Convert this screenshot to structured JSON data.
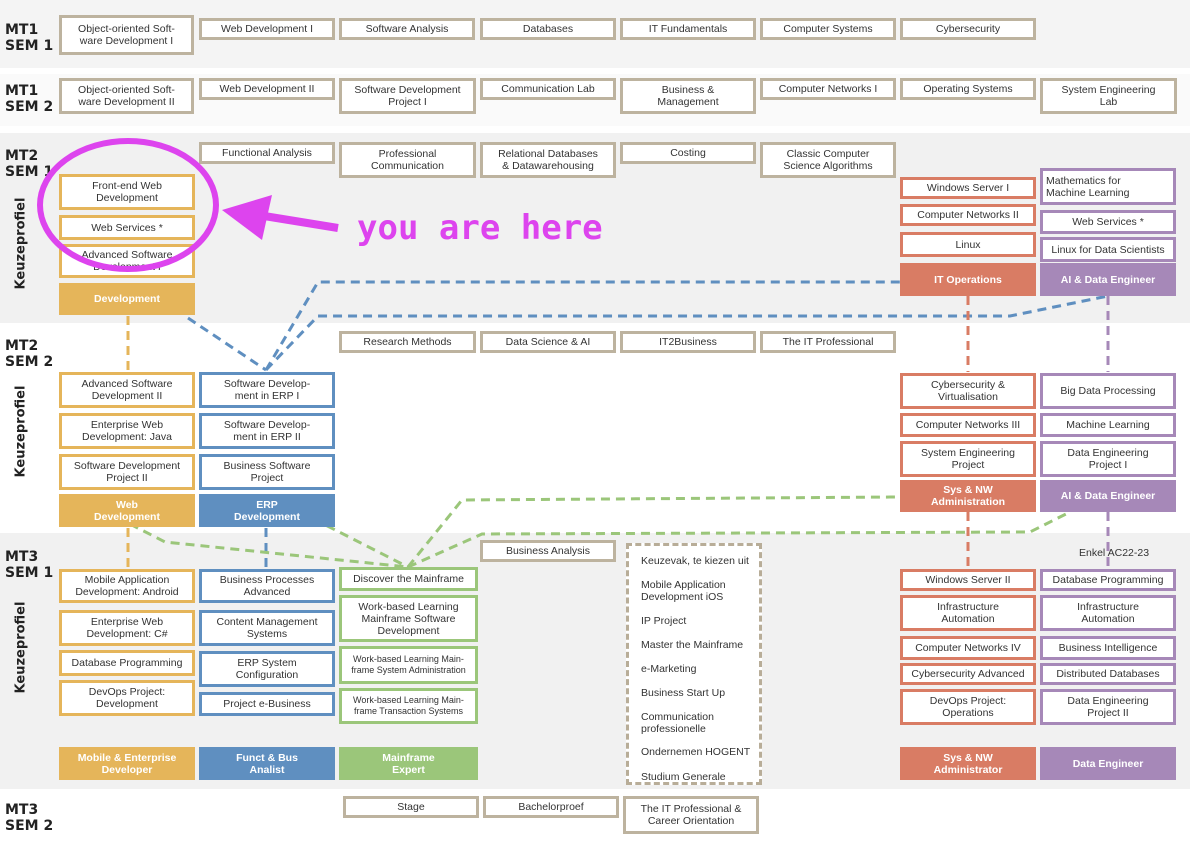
{
  "semesters": {
    "mt1s1": "MT1\nSEM 1",
    "mt1s2": "MT1\nSEM 2",
    "mt2s1": "MT2\nSEM 1",
    "mt2s2": "MT2\nSEM 2",
    "mt3s1": "MT3\nSEM 1",
    "mt3s2": "MT3\nSEM 2"
  },
  "keuzeprofiel_label": "Keuzeprofiel",
  "annotation": {
    "text": "you are here",
    "color": "#dd44ee"
  },
  "note": "Enkel AC22-23",
  "colors": {
    "development": "#e5b55a",
    "erp": "#5f8fc0",
    "mainframe": "#9bc67a",
    "it_operations": "#d97c64",
    "ai_data": "#a688b8",
    "common": "#bdb39f"
  },
  "mt1s1_courses": [
    "Object-oriented Soft-\nware Development I",
    "Web Development I",
    "Software Analysis",
    "Databases",
    "IT Fundamentals",
    "Computer Systems",
    "Cybersecurity"
  ],
  "mt1s2_courses": [
    "Object-oriented Soft-\nware Development II",
    "Web Development II",
    "Software Development\nProject I",
    "Communication Lab",
    "Business &\nManagement",
    "Computer Networks I",
    "Operating Systems",
    "System Engineering\nLab"
  ],
  "mt2s1_common": [
    "Functional Analysis",
    "Professional\nCommunication",
    "Relational Databases\n& Datawarehousing",
    "Costing",
    "Classic Computer\nScience Algorithms"
  ],
  "mt2s1_dev": {
    "courses": [
      "Front-end Web\nDevelopment",
      "Web Services *",
      "Advanced Software\nDevelopment I"
    ],
    "header": "Development"
  },
  "mt2s1_itops": {
    "courses": [
      "Windows Server I",
      "Computer Networks II",
      "Linux"
    ],
    "header": "IT Operations"
  },
  "mt2s1_ai": {
    "courses": [
      "Mathematics for\nMachine Learning",
      "Web Services *",
      "Linux for Data Scientists"
    ],
    "header": "AI & Data Engineer"
  },
  "mt2s2_common": [
    "Research Methods",
    "Data Science & AI",
    "IT2Business",
    "The IT Professional"
  ],
  "mt2s2_web": {
    "courses": [
      "Advanced Software\nDevelopment II",
      "Enterprise Web\nDevelopment: Java",
      "Software Development\nProject II"
    ],
    "header": "Web\nDevelopment"
  },
  "mt2s2_erp": {
    "courses": [
      "Software Develop-\nment in ERP I",
      "Software Develop-\nment in ERP II",
      "Business Software\nProject"
    ],
    "header": "ERP\nDevelopment"
  },
  "mt2s2_sys": {
    "courses": [
      "Cybersecurity &\nVirtualisation",
      "Computer Networks III",
      "System Engineering\nProject"
    ],
    "header": "Sys & NW\nAdministration"
  },
  "mt2s2_ai": {
    "courses": [
      "Big Data Processing",
      "Machine Learning",
      "Data Engineering\nProject I"
    ],
    "header": "AI & Data Engineer"
  },
  "mt3s1_business_analysis": "Business Analysis",
  "mt3s1_mobile": {
    "courses": [
      "Mobile Application\nDevelopment: Android",
      "Enterprise Web\nDevelopment: C#",
      "Database Programming",
      "DevOps Project:\nDevelopment"
    ],
    "header": "Mobile & Enterprise\nDeveloper"
  },
  "mt3s1_funct": {
    "courses": [
      "Business Processes\nAdvanced",
      "Content Management\nSystems",
      "ERP System\nConfiguration",
      "Project e-Business"
    ],
    "header": "Funct & Bus\nAnalist"
  },
  "mt3s1_mainframe": {
    "courses": [
      "Discover the Mainframe",
      "Work-based Learning\nMainframe Software\nDevelopment",
      "Work-based Learning Main-\nframe System Administration",
      "Work-based Learning Main-\nframe Transaction Systems"
    ],
    "header": "Mainframe\nExpert"
  },
  "mt3s1_electives": [
    "Keuzevak, te kiezen uit",
    "Mobile Application\nDevelopment iOS",
    "IP Project",
    "Master the Mainframe",
    "e-Marketing",
    "Business Start Up",
    "Communication\nprofessionelle",
    "Ondernemen HOGENT",
    "Studium Generale"
  ],
  "mt3s1_sysnw": {
    "courses": [
      "Windows Server II",
      "Infrastructure\nAutomation",
      "Computer Networks IV",
      "Cybersecurity Advanced",
      "DevOps Project:\nOperations"
    ],
    "header": "Sys & NW\nAdministrator"
  },
  "mt3s1_data": {
    "courses": [
      "Database Programming",
      "Infrastructure\nAutomation",
      "Business Intelligence",
      "Distributed Databases",
      "Data Engineering\nProject II"
    ],
    "header": "Data Engineer"
  },
  "mt3s2_courses": [
    "Stage",
    "Bachelorproef",
    "The IT Professional &\nCareer Orientation"
  ]
}
